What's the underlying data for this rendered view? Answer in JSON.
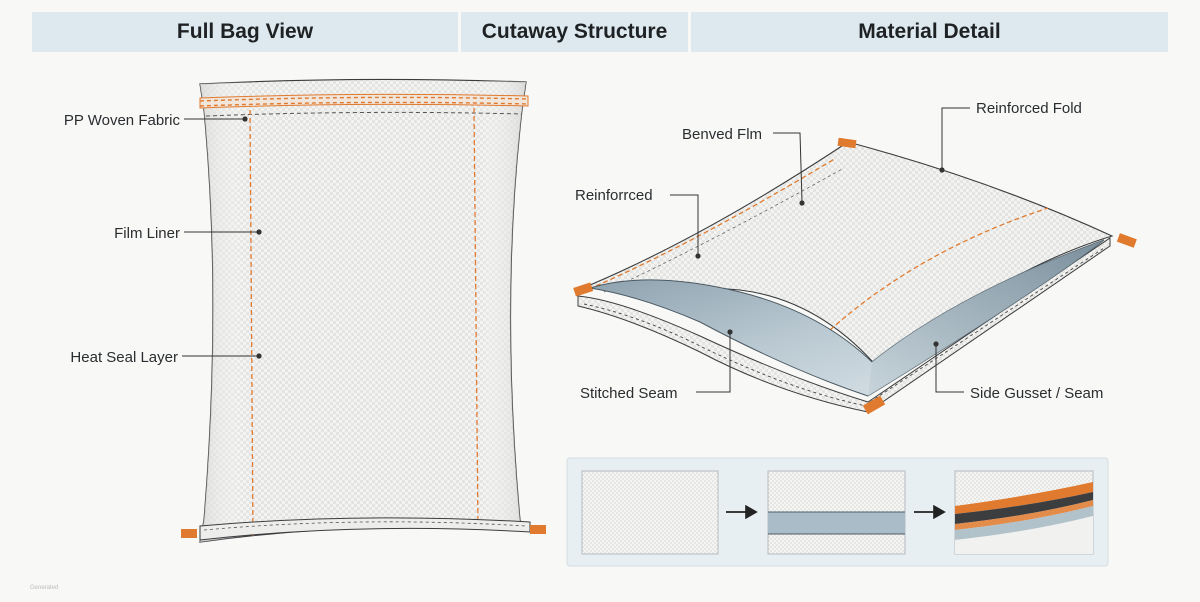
{
  "header": {
    "tabs": [
      {
        "label": "Full Bag View"
      },
      {
        "label": "Cutaway Structure"
      },
      {
        "label": "Material Detail"
      }
    ]
  },
  "full_bag": {
    "labels": {
      "pp_woven_fabric": "PP Woven Fabric",
      "film_liner": "Film Liner",
      "heat_seal_layer": "Heat Seal Layer"
    }
  },
  "cutaway": {
    "labels": {
      "benved_film": "Benved Flm",
      "reinforced_fold": "Reinforced Fold",
      "reinforced": "Reinforrced",
      "stitched_seam": "Stitched Seam",
      "side_gusset_seam": "Side Gusset / Seam"
    }
  },
  "material_detail": {
    "steps": [
      "woven-fabric-swatch",
      "film-laminate-swatch",
      "multilayer-laminate-swatch"
    ],
    "arrows": [
      "arrow-right-icon",
      "arrow-right-icon"
    ]
  },
  "colors": {
    "accent_orange": "#e07a2e",
    "header_bg": "#dde9ee",
    "liner_blue": "#9fb3bf",
    "fabric_white": "#f4f4f2"
  },
  "watermark": "Generated"
}
